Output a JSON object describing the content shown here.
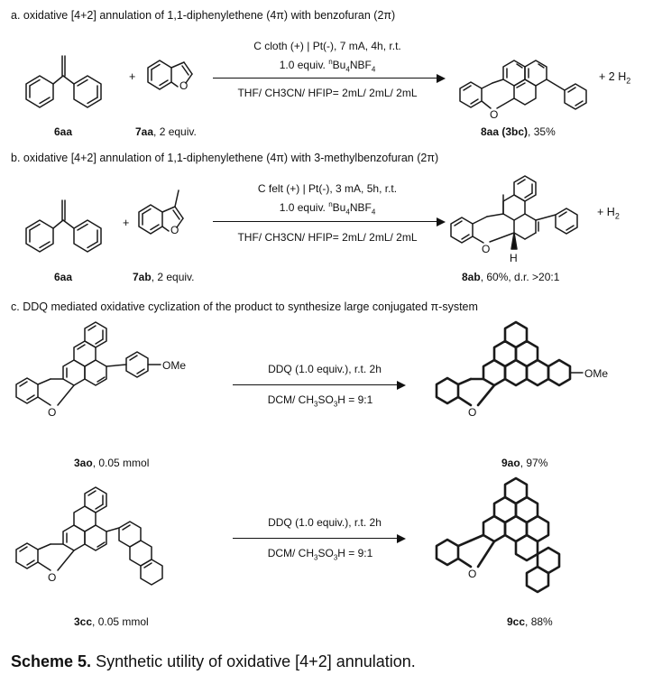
{
  "section_a": {
    "heading": "a. oxidative  [4+2] annulation of 1,1-diphenylethene (4π) with benzofuran (2π)",
    "cond_top_1": "C cloth (+) | Pt(-),  7 mA, 4h, r.t.",
    "cond_top_2_pre": "1.0 equiv. ",
    "cond_top_2_sup": "n",
    "cond_top_2_mid": "Bu",
    "cond_top_2_sub4": "4",
    "cond_top_2_post": "NBF",
    "cond_top_2_sub4b": "4",
    "cond_bottom": "THF/ CH3CN/ HFIP= 2mL/ 2mL/ 2mL",
    "plus": "+",
    "byproduct_pre": "+ 2 H",
    "byproduct_sub": "2",
    "reactant1_id": "6aa",
    "reactant2_id": "7aa",
    "reactant2_note": ", 2 equiv.",
    "product_id": "8aa",
    "product_alt": "(3bc)",
    "product_note": ", 35%"
  },
  "section_b": {
    "heading": "b. oxidative  [4+2] annulation of 1,1-diphenylethene (4π) with 3-methylbenzofuran (2π)",
    "cond_top_1": "C felt (+) | Pt(-),  3 mA, 5h, r.t.",
    "cond_top_2_pre": "1.0 equiv. ",
    "cond_top_2_sup": "n",
    "cond_top_2_mid": "Bu",
    "cond_top_2_sub4": "4",
    "cond_top_2_post": "NBF",
    "cond_top_2_sub4b": "4",
    "cond_bottom": "THF/ CH3CN/ HFIP= 2mL/ 2mL/ 2mL",
    "plus": "+",
    "byproduct_pre": "+   H",
    "byproduct_sub": "2",
    "reactant1_id": "6aa",
    "reactant2_id": "7ab",
    "reactant2_note": ", 2 equiv.",
    "product_id": "8ab",
    "product_note": ", 60%, d.r. >20:1",
    "h_label": "H"
  },
  "section_c": {
    "heading": "c. DDQ mediated oxidative cyclization of the product to synthesize large conjugated π-system",
    "reaction1": {
      "cond_top": "DDQ (1.0 equiv.), r.t. 2h",
      "cond_bottom_pre": "DCM/ CH",
      "cond_bottom_sub3": "3",
      "cond_bottom_mid": "SO",
      "cond_bottom_sub3b": "3",
      "cond_bottom_post": "H = 9:1",
      "substituent": "OMe",
      "reactant_id": "3ao",
      "reactant_note": ", 0.05 mmol",
      "product_id": "9ao",
      "product_note": ", 97%"
    },
    "reaction2": {
      "cond_top": "DDQ (1.0 equiv.), r.t. 2h",
      "cond_bottom_pre": "DCM/ CH",
      "cond_bottom_sub3": "3",
      "cond_bottom_mid": "SO",
      "cond_bottom_sub3b": "3",
      "cond_bottom_post": "H = 9:1",
      "reactant_id": "3cc",
      "reactant_note": ", 0.05 mmol",
      "product_id": "9cc",
      "product_note": ", 88%"
    }
  },
  "atom_o": "O",
  "caption": {
    "label": "Scheme 5.",
    "text": " Synthetic utility of oxidative [4+2] annulation."
  }
}
